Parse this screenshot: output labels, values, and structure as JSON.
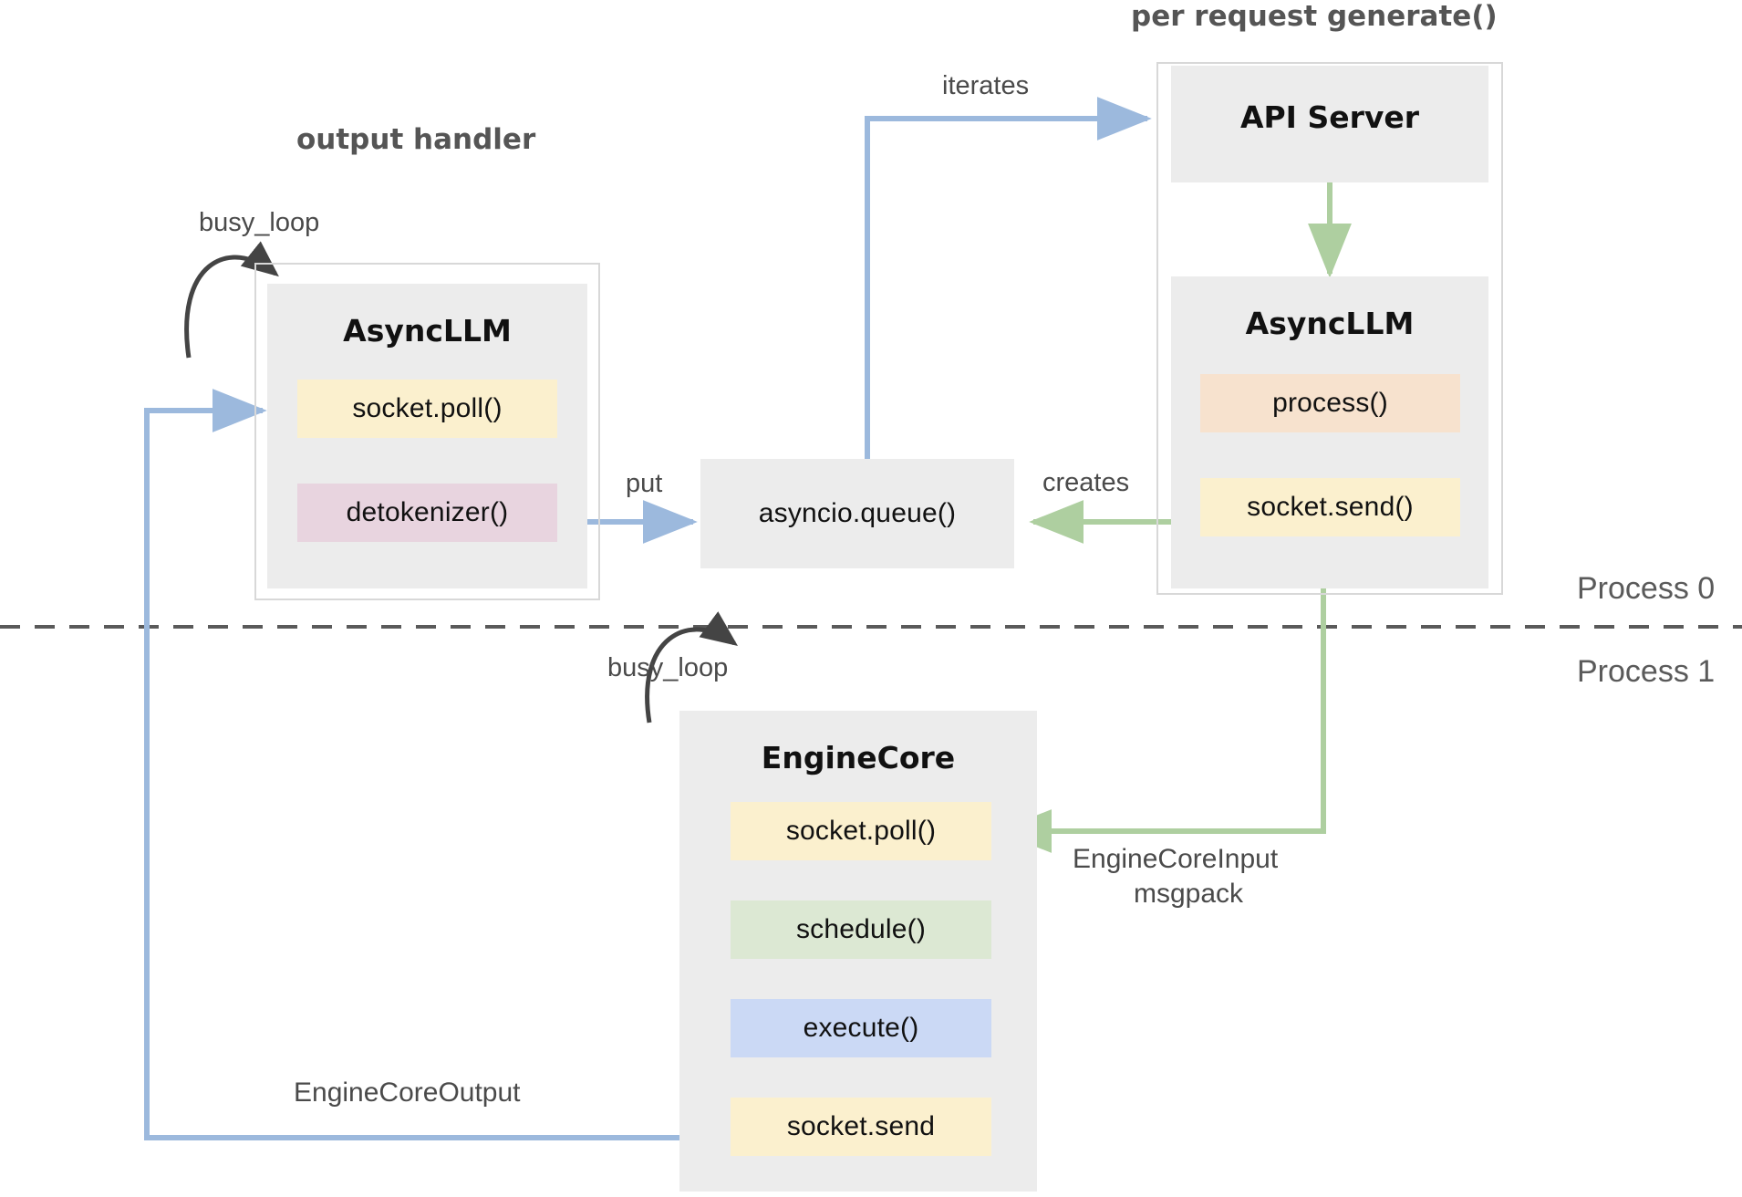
{
  "diagram": {
    "title_hidden": "vLLM V1 engine request lifecycle",
    "headings": {
      "output_handler": "output handler",
      "per_request": "per request generate()"
    },
    "process_labels": {
      "top": "Process 0",
      "bottom": "Process 1"
    },
    "groups": [
      {
        "id": "output-handler-group",
        "heading": "output handler",
        "component": {
          "name": "AsyncLLM",
          "chips": [
            {
              "label": "socket.poll()",
              "color": "#fbf0ce",
              "role": "socket-poll"
            },
            {
              "label": "detokenizer()",
              "color": "#e8d4df",
              "role": "detokenizer"
            }
          ]
        },
        "self_loop_label": "busy_loop"
      },
      {
        "id": "per-request-group",
        "heading": "per request generate()",
        "components": [
          {
            "name": "API Server",
            "chips": []
          },
          {
            "name": "AsyncLLM",
            "chips": [
              {
                "label": "process()",
                "color": "#f7e2ce",
                "role": "process"
              },
              {
                "label": "socket.send()",
                "color": "#fbf0ce",
                "role": "socket-send"
              }
            ]
          }
        ]
      }
    ],
    "queue_box": {
      "label": "asyncio.queue()",
      "color": "#ececec"
    },
    "engine_core": {
      "name": "EngineCore",
      "self_loop_label": "busy_loop",
      "chips": [
        {
          "label": "socket.poll()",
          "color": "#fbf0ce",
          "role": "socket-poll"
        },
        {
          "label": "schedule()",
          "color": "#dce8d3",
          "role": "schedule"
        },
        {
          "label": "execute()",
          "color": "#cbd9f5",
          "role": "execute"
        },
        {
          "label": "socket.send",
          "color": "#fbf0ce",
          "role": "socket-send"
        }
      ]
    },
    "edges": [
      {
        "id": "iterates",
        "label": "iterates",
        "color": "#9cb9dd",
        "from": "asyncio.queue()",
        "to": "API Server"
      },
      {
        "id": "put",
        "label": "put",
        "color": "#9cb9dd",
        "from": "detokenizer()",
        "to": "asyncio.queue()"
      },
      {
        "id": "creates",
        "label": "creates",
        "color": "#aecfa0",
        "from": "socket.send()",
        "to": "asyncio.queue()"
      },
      {
        "id": "engine-core-input",
        "label": "EngineCoreInput",
        "sublabel": "msgpack",
        "color": "#aecfa0",
        "from": "socket.send()",
        "to": "EngineCore socket.poll()"
      },
      {
        "id": "engine-core-output",
        "label": "EngineCoreOutput",
        "color": "#9cb9dd",
        "from": "EngineCore socket.send",
        "to": "AsyncLLM socket.poll()"
      },
      {
        "id": "api-to-asyncllm",
        "label": "",
        "color": "#aecfa0",
        "from": "API Server",
        "to": "AsyncLLM"
      },
      {
        "id": "busy-loop-left",
        "label": "busy_loop",
        "color": "#444444",
        "from": "AsyncLLM",
        "to": "AsyncLLM"
      },
      {
        "id": "busy-loop-engine",
        "label": "busy_loop",
        "color": "#444444",
        "from": "EngineCore",
        "to": "EngineCore"
      }
    ],
    "colors": {
      "blue_arrow": "#9cb9dd",
      "green_arrow": "#aecfa0",
      "dark_arrow": "#444444",
      "box_gray": "#ececec",
      "frame_border": "#d8d8d8",
      "divider": "#5a5a5a"
    }
  }
}
